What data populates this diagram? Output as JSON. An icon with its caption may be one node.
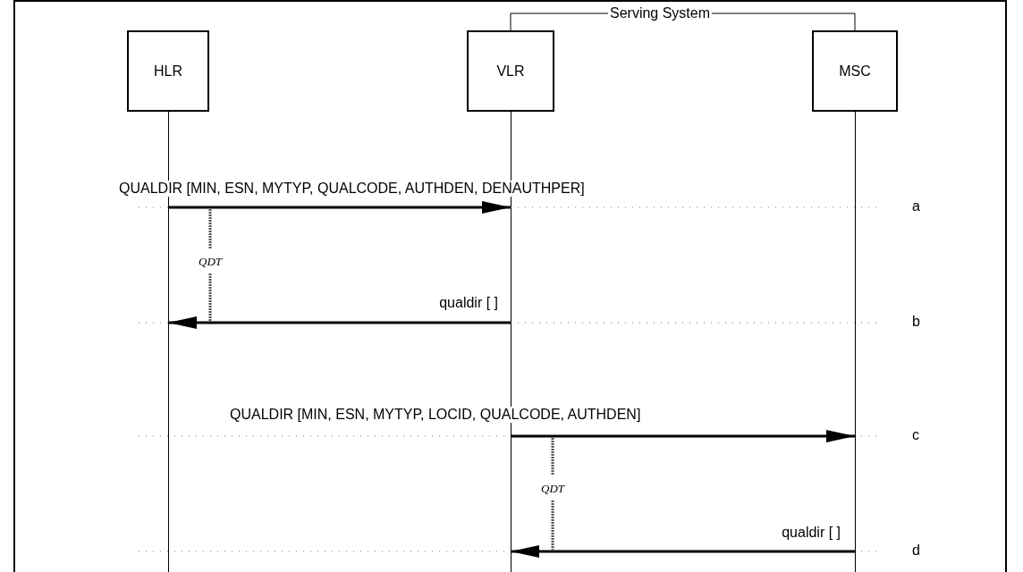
{
  "diagram": {
    "nodes": [
      {
        "text": [
          "HLR"
        ]
      },
      {
        "text": [
          "VLR"
        ]
      },
      {
        "text": [
          "MSC"
        ]
      }
    ],
    "edges": [
      {
        "from": 0,
        "to": 1,
        "arrow": "to",
        "label": "QUALDIR [MIN, ESN, MYTYP, QUALCODE, AUTHDEN, DENAUTHPER]"
      },
      {
        "from": 1,
        "to": 0,
        "arrow": "to",
        "label": "qualdir [ ]"
      },
      {
        "from": 1,
        "to": 2,
        "arrow": "to",
        "label": "QUALDIR [MIN, ESN, MYTYP, LOCID, QUALCODE, AUTHDEN]"
      },
      {
        "from": 2,
        "to": 1,
        "arrow": "to",
        "label": "qualdir [ ]"
      }
    ],
    "labels": [
      "Serving System",
      "a",
      "QDT",
      "b",
      "c",
      "QDT",
      "d"
    ]
  }
}
